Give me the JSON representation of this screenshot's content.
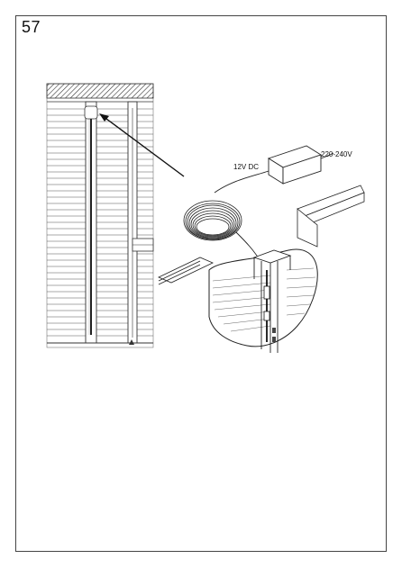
{
  "page": {
    "step_number": "57"
  },
  "labels": {
    "output_voltage": "12V DC",
    "input_voltage": "220-240V"
  },
  "icons": {
    "arrow": "arrow-icon",
    "power-adapter": "power-adapter-icon",
    "cable-coil": "cable-coil-icon"
  }
}
